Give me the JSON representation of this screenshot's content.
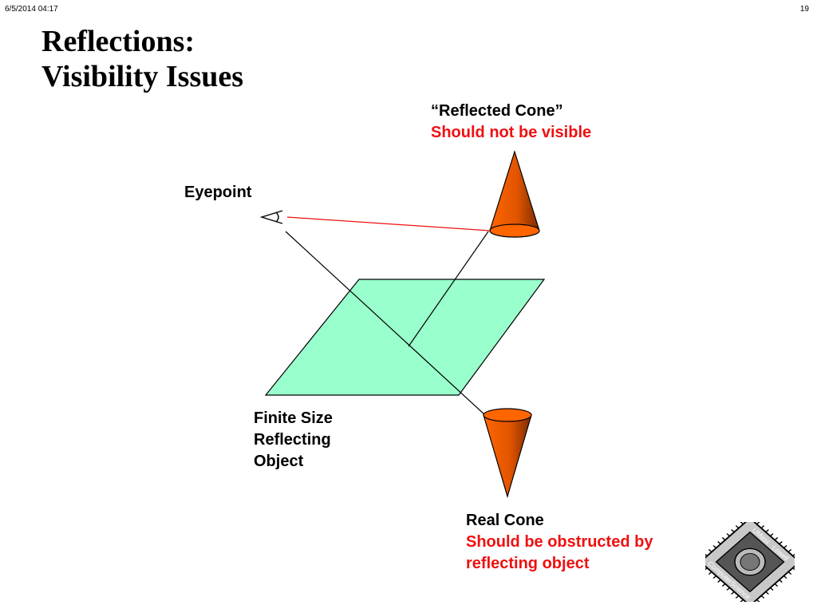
{
  "header": {
    "date_time": "6/5/2014  04:17",
    "page_number": "19"
  },
  "title": {
    "line1": "Reflections:",
    "line2": "Visibility Issues"
  },
  "labels": {
    "eyepoint": "Eyepoint",
    "reflected_cone_title": "“Reflected Cone”",
    "reflected_cone_note": "Should not be visible",
    "reflector_line1": "Finite Size",
    "reflector_line2": "Reflecting",
    "reflector_line3": "Object",
    "real_cone_title": "Real Cone",
    "real_cone_note_line1": "Should be obstructed by",
    "real_cone_note_line2": "reflecting object"
  },
  "logo": {
    "words": [
      "UMass",
      "Lowell",
      "Computer",
      "Science"
    ]
  },
  "colors": {
    "reflector_fill": "#99ffcc",
    "cone_fill": "#ff6600",
    "cone_shadow": "#7a2a00",
    "highlight_text": "#ee1111",
    "sight_line": "#ee1111"
  }
}
